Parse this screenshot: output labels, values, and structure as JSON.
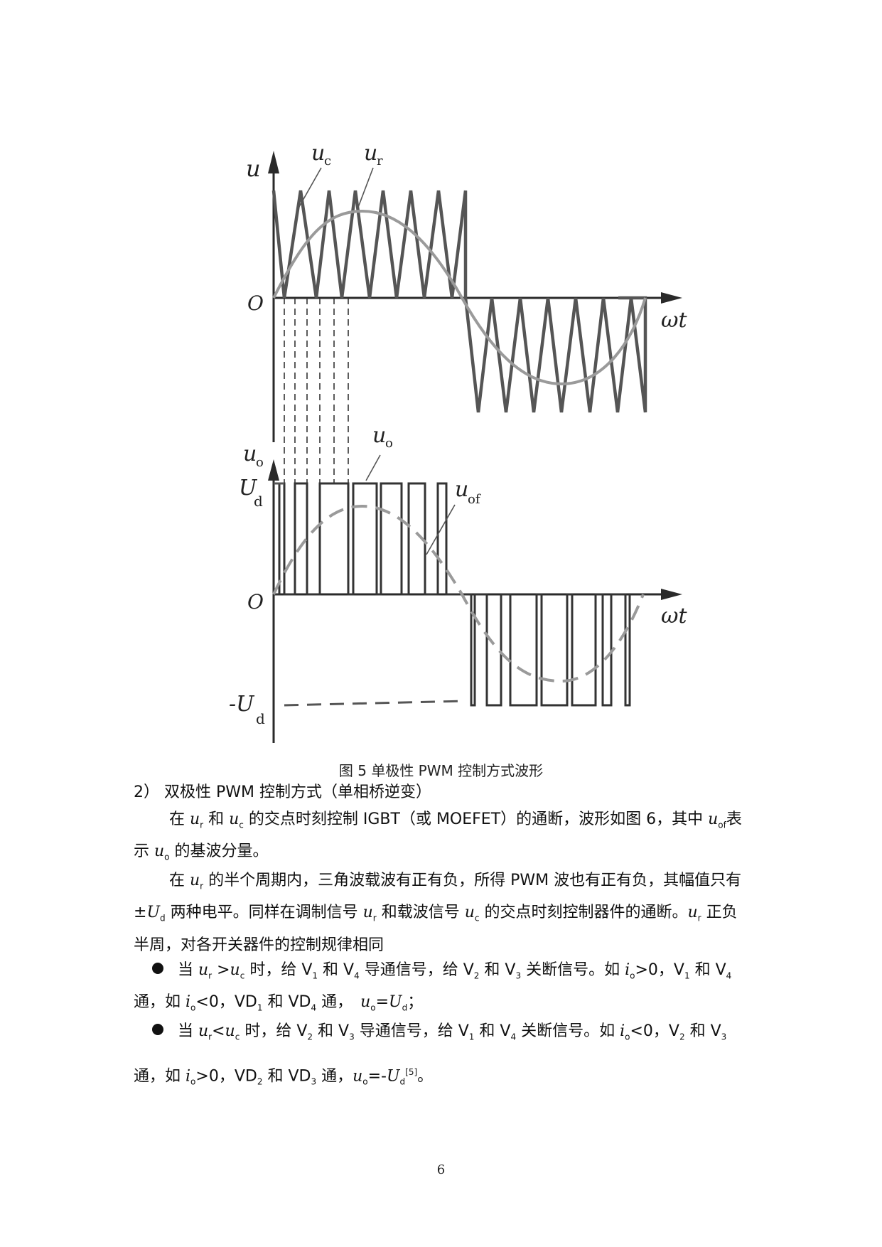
{
  "figure": {
    "labels": {
      "u_axis": "u",
      "uc_main": "u",
      "uc_sub": "c",
      "ur_main": "u",
      "ur_sub": "r",
      "origin_top": "O",
      "wt_top": "ωt",
      "uo_axis_main": "u",
      "uo_axis_sub": "o",
      "Ud_main": "U",
      "Ud_sub": "d",
      "uo_curve_main": "u",
      "uo_curve_sub": "o",
      "uof_main": "u",
      "uof_sub": "of",
      "origin_bottom": "O",
      "wt_bottom": "ωt",
      "negUd_main": "-U",
      "negUd_sub": "d"
    },
    "caption": "图 5 单极性 PWM 控制方式波形"
  },
  "heading": "2） 双极性 PWM 控制方式（单相桥逆变）",
  "para1": {
    "t1": "在 ",
    "ur": "u",
    "ur_sub": "r",
    "t2": " 和 ",
    "uc": "u",
    "uc_sub": "c",
    "t3": " 的交点时刻控制 IGBT（或 MOEFET）的通断，波形如图 6，其中 ",
    "uof": "u",
    "uof_sub": "of",
    "t4": "表示 ",
    "uo": "u",
    "uo_sub": "o",
    "t5": " 的基波分量。"
  },
  "para2": {
    "t1": "在 ",
    "ur": "u",
    "ur_sub": "r",
    "t2": " 的半个周期内，三角波载波有正有负，所得 PWM 波也有正有负，其幅值只有±",
    "Ud": "U",
    "Ud_sub": "d",
    "t3": " 两种电平。同样在调制信号 ",
    "ur2": "u",
    "ur2_sub": "r",
    "t4": " 和载波信号 ",
    "uc": "u",
    "uc_sub": "c",
    "t5": " 的交点时刻控制器件的通断。",
    "ur3": "u",
    "ur3_sub": "r",
    "t6": " 正负半周，对各开关器件的控制规律相同"
  },
  "bullet1": {
    "t1": "当 ",
    "ur": "u",
    "ur_sub": "r",
    "t2": " >",
    "uc": "u",
    "uc_sub": "c",
    "t3": " 时，给 V",
    "s1": "1",
    "t4": " 和 V",
    "s4": "4",
    "t5": " 导通信号，给 V",
    "s2": "2",
    "t6": " 和 V",
    "s3": "3",
    "t7": " 关断信号。如 ",
    "io": "i",
    "io_sub": "o",
    "t8": ">0，V",
    "s1b": "1",
    "t9": " 和 V",
    "s4b": "4",
    "t10": "通，如 ",
    "io2": "i",
    "io2_sub": "o",
    "t11": "<0，VD",
    "s1c": "1",
    "t12": " 和 VD",
    "s4c": "4",
    "t13": " 通，　",
    "uo": "u",
    "uo_sub": "o",
    "t14": "=",
    "Ud": "U",
    "Ud_sub": "d",
    "t15": "；"
  },
  "bullet2": {
    "t1": "当 ",
    "ur": "u",
    "ur_sub": "r",
    "t2": "<",
    "uc": "u",
    "uc_sub": "c",
    "t3": " 时，给 V",
    "s2": "2",
    "t4": " 和 V",
    "s3": "3",
    "t5": " 导通信号，给 V",
    "s1": "1",
    "t6": " 和 V",
    "s4": "4",
    "t7": " 关断信号。如 ",
    "io": "i",
    "io_sub": "o",
    "t8": "<0，V",
    "s2b": "2",
    "t9": " 和 V",
    "s3b": "3",
    "t10": "通，如 ",
    "io2": "i",
    "io2_sub": "o",
    "t11": ">0，VD",
    "s2c": "2",
    "t12": " 和 VD",
    "s3c": "3",
    "t13": " 通，",
    "uo": "u",
    "uo_sub": "o",
    "t14": "=-",
    "Ud": "U",
    "Ud_sub": "d",
    "ref": "[5]",
    "t15": "。"
  },
  "page_number": "6"
}
